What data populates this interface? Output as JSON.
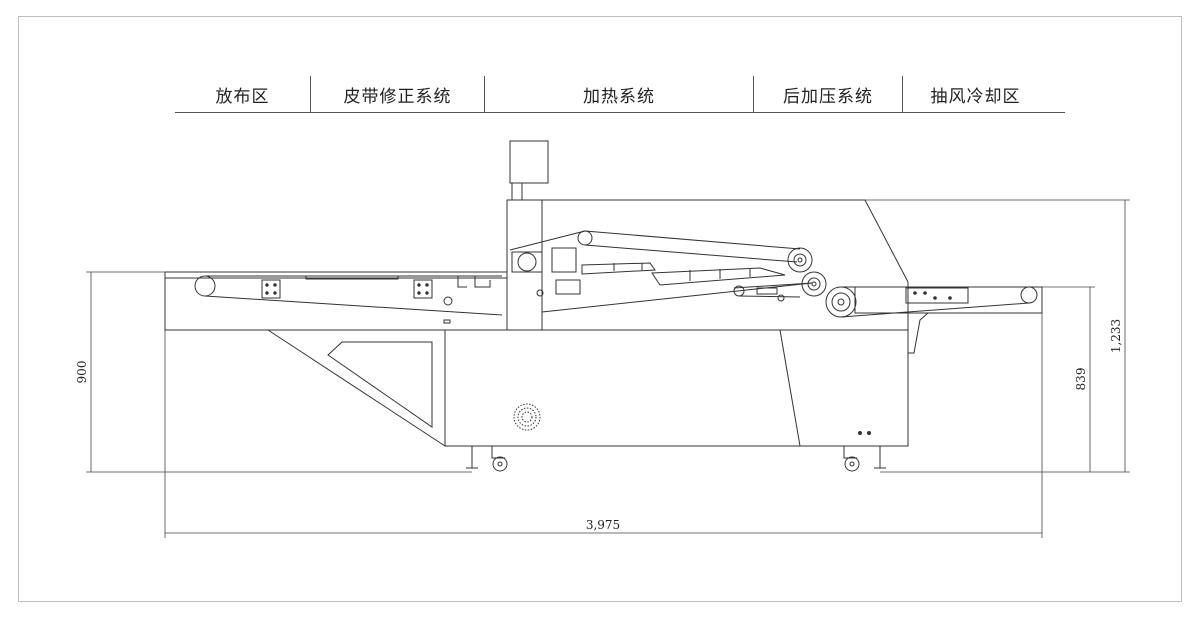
{
  "sections": [
    {
      "label": "放布区"
    },
    {
      "label": "皮带修正系统"
    },
    {
      "label": "加热系统"
    },
    {
      "label": "后加压系统"
    },
    {
      "label": "抽风冷却区"
    }
  ],
  "dimensions": {
    "total_length": "3,975",
    "left_height": "900",
    "right_table_height": "839",
    "total_height": "1,233"
  },
  "colors": {
    "line": "#333333",
    "frame": "#bdbdbd"
  }
}
